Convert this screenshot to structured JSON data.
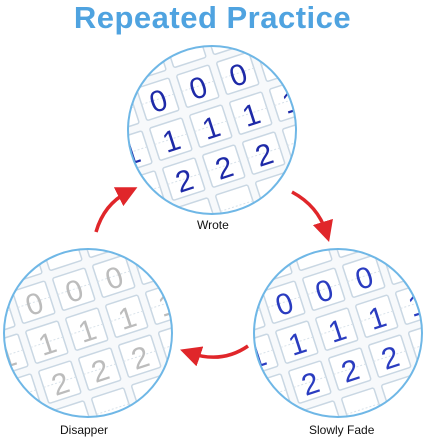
{
  "title": "Repeated Practice",
  "stages": [
    {
      "label": "Wrote",
      "digits": [
        "0",
        "1",
        "2"
      ],
      "ink": "#1e2aa8"
    },
    {
      "label": "Slowly Fade",
      "digits": [
        "0",
        "1",
        "2"
      ],
      "ink": "#2a3cc0"
    },
    {
      "label": "Disapper",
      "digits": [
        "0",
        "1",
        "2"
      ],
      "ink": "#bcbcbc"
    }
  ],
  "colors": {
    "title": "#4fa3e0",
    "arrow": "#e0262a",
    "lens_rim": "#6fb7e6",
    "grid_line": "#c9d7e3"
  },
  "icons": [
    "curved-arrow-icon"
  ]
}
